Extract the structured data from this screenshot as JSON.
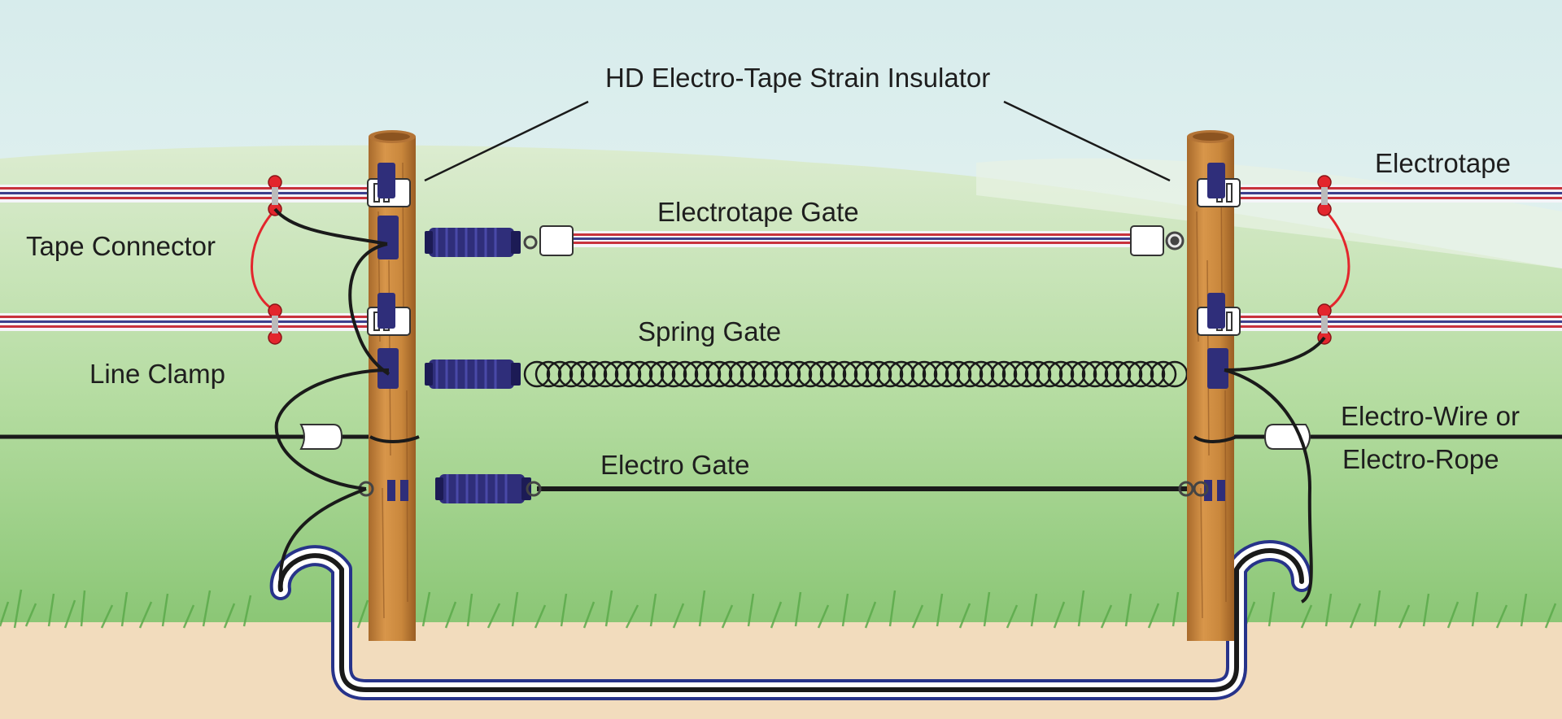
{
  "labels": {
    "strain_insulator": "HD Electro-Tape Strain Insulator",
    "electrotape": "Electrotape",
    "electrotape_gate": "Electrotape Gate",
    "tape_connector": "Tape Connector",
    "spring_gate": "Spring Gate",
    "line_clamp": "Line Clamp",
    "electro_wire_line1": "Electro-Wire or",
    "electro_wire_line2": "Electro-Rope",
    "electro_gate": "Electro Gate"
  },
  "colors": {
    "sky_top": "#dcefef",
    "sky_bottom": "#f2f8f4",
    "grass_top": "#d6e9c8",
    "grass_bottom": "#7fc06a",
    "soil": "#f3dcbc",
    "post": "#cc8a3e",
    "post_shade": "#a8692a",
    "tape_red": "#c8323c",
    "tape_blue": "#3c3f8c",
    "handle": "#2f2e7a",
    "connector_red": "#e3262d",
    "underground_blue": "#27338a",
    "wire": "#1a1a1a"
  }
}
